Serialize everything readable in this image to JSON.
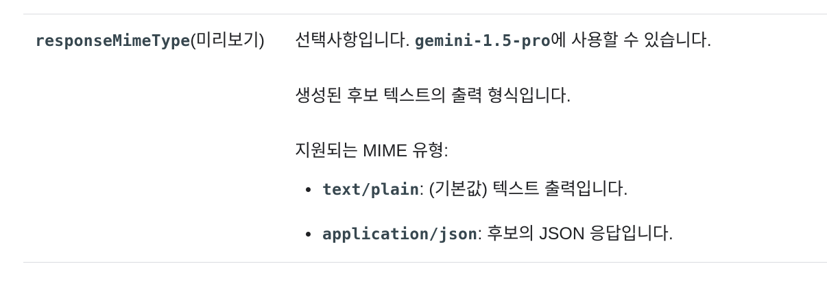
{
  "param": {
    "name": "responseMimeType",
    "suffix": "(미리보기)"
  },
  "description": {
    "p1_before": "선택사항입니다. ",
    "p1_code": "gemini-1.5-pro",
    "p1_after": "에 사용할 수 있습니다.",
    "p2": "생성된 후보 텍스트의 출력 형식입니다.",
    "p3": "지원되는 MIME 유형:",
    "mime_types": [
      {
        "code": "text/plain",
        "text": ": (기본값) 텍스트 출력입니다."
      },
      {
        "code": "application/json",
        "text": ": 후보의 JSON 응답입니다."
      }
    ]
  }
}
